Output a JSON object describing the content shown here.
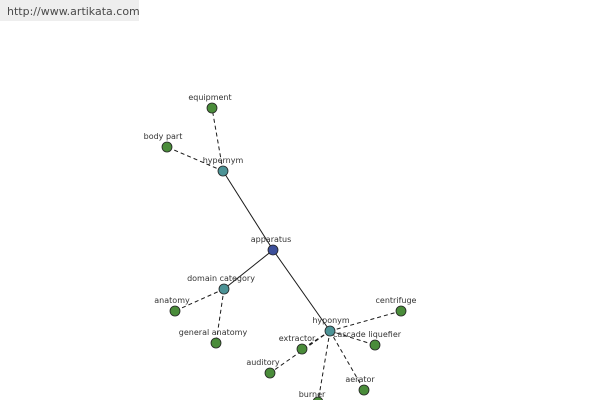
{
  "header": {
    "url": "http://www.artikata.com"
  },
  "colors": {
    "root": "#3c4f9a",
    "category": "#4d9396",
    "term": "#4a8c3a",
    "stroke": "#1a1a1a",
    "header_bg": "#eeeeee"
  },
  "graph": {
    "root": {
      "id": "apparatus",
      "label": "apparatus"
    },
    "categories": [
      {
        "id": "hypernym",
        "label": "hypernym"
      },
      {
        "id": "domain-category",
        "label": "domain category"
      },
      {
        "id": "hyponym",
        "label": "hyponym"
      }
    ],
    "terms": [
      {
        "id": "equipment",
        "label": "equipment",
        "parent": "hypernym"
      },
      {
        "id": "body-part",
        "label": "body part",
        "parent": "hypernym"
      },
      {
        "id": "anatomy",
        "label": "anatomy",
        "parent": "domain-category"
      },
      {
        "id": "general-anatomy",
        "label": "general anatomy",
        "parent": "domain-category"
      },
      {
        "id": "centrifuge",
        "label": "centrifuge",
        "parent": "hyponym"
      },
      {
        "id": "extractor",
        "label": "extractor",
        "parent": "hyponym"
      },
      {
        "id": "cascade-liquefier",
        "label": "cascade liquefier",
        "parent": "hyponym"
      },
      {
        "id": "auditory",
        "label": "auditory",
        "parent": "hyponym"
      },
      {
        "id": "aerator",
        "label": "aerator",
        "parent": "hyponym"
      },
      {
        "id": "burner",
        "label": "burner",
        "parent": "hyponym"
      }
    ]
  }
}
